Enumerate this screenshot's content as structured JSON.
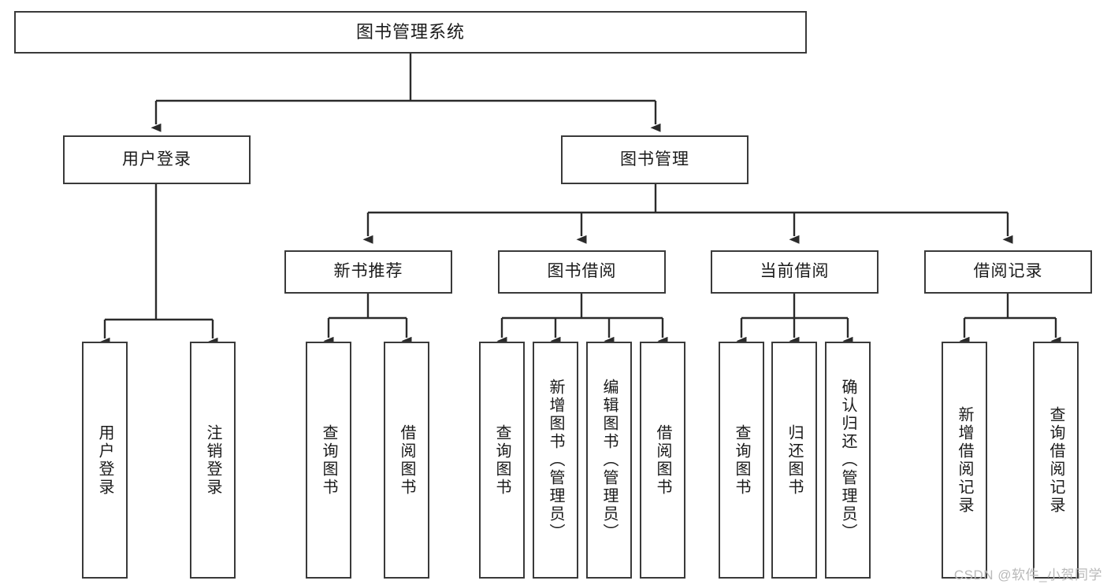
{
  "diagram": {
    "title": "图书管理系统",
    "type": "tree-hierarchy-chart",
    "colors": {
      "background": "#ffffff",
      "node_border": "#3a3a3a",
      "node_fill": "#ffffff",
      "connector": "#2b2b2b",
      "text": "#1a1a1a",
      "watermark": "#b9b9b9"
    },
    "root": {
      "label": "图书管理系统"
    },
    "branches": [
      {
        "id": "user-login",
        "label": "用户登录"
      },
      {
        "id": "book-management",
        "label": "图书管理"
      }
    ],
    "subbranches": [
      {
        "id": "new-book-recommend",
        "label": "新书推荐"
      },
      {
        "id": "book-borrow",
        "label": "图书借阅"
      },
      {
        "id": "current-borrow",
        "label": "当前借阅"
      },
      {
        "id": "borrow-record",
        "label": "借阅记录"
      }
    ],
    "leaves": {
      "user-login": [
        {
          "id": "leaf-user-login",
          "label": "用户登录"
        },
        {
          "id": "leaf-logout-login",
          "label": "注销登录"
        }
      ],
      "new-book-recommend": [
        {
          "id": "leaf-query-book-1",
          "label": "查询图书"
        },
        {
          "id": "leaf-borrow-book-1",
          "label": "借阅图书"
        }
      ],
      "book-borrow": [
        {
          "id": "leaf-query-book-2",
          "label": "查询图书"
        },
        {
          "id": "leaf-add-book-admin",
          "label": "新增图书（管理员）"
        },
        {
          "id": "leaf-edit-book-admin",
          "label": "编辑图书（管理员）"
        },
        {
          "id": "leaf-borrow-book-2",
          "label": "借阅图书"
        }
      ],
      "current-borrow": [
        {
          "id": "leaf-query-book-3",
          "label": "查询图书"
        },
        {
          "id": "leaf-return-book",
          "label": "归还图书"
        },
        {
          "id": "leaf-confirm-return-admin",
          "label": "确认归还（管理员）"
        }
      ],
      "borrow-record": [
        {
          "id": "leaf-add-borrow-record",
          "label": "新增借阅记录"
        },
        {
          "id": "leaf-query-borrow-record",
          "label": "查询借阅记录"
        }
      ]
    },
    "watermark": "CSDN @软件_小贺同学"
  }
}
